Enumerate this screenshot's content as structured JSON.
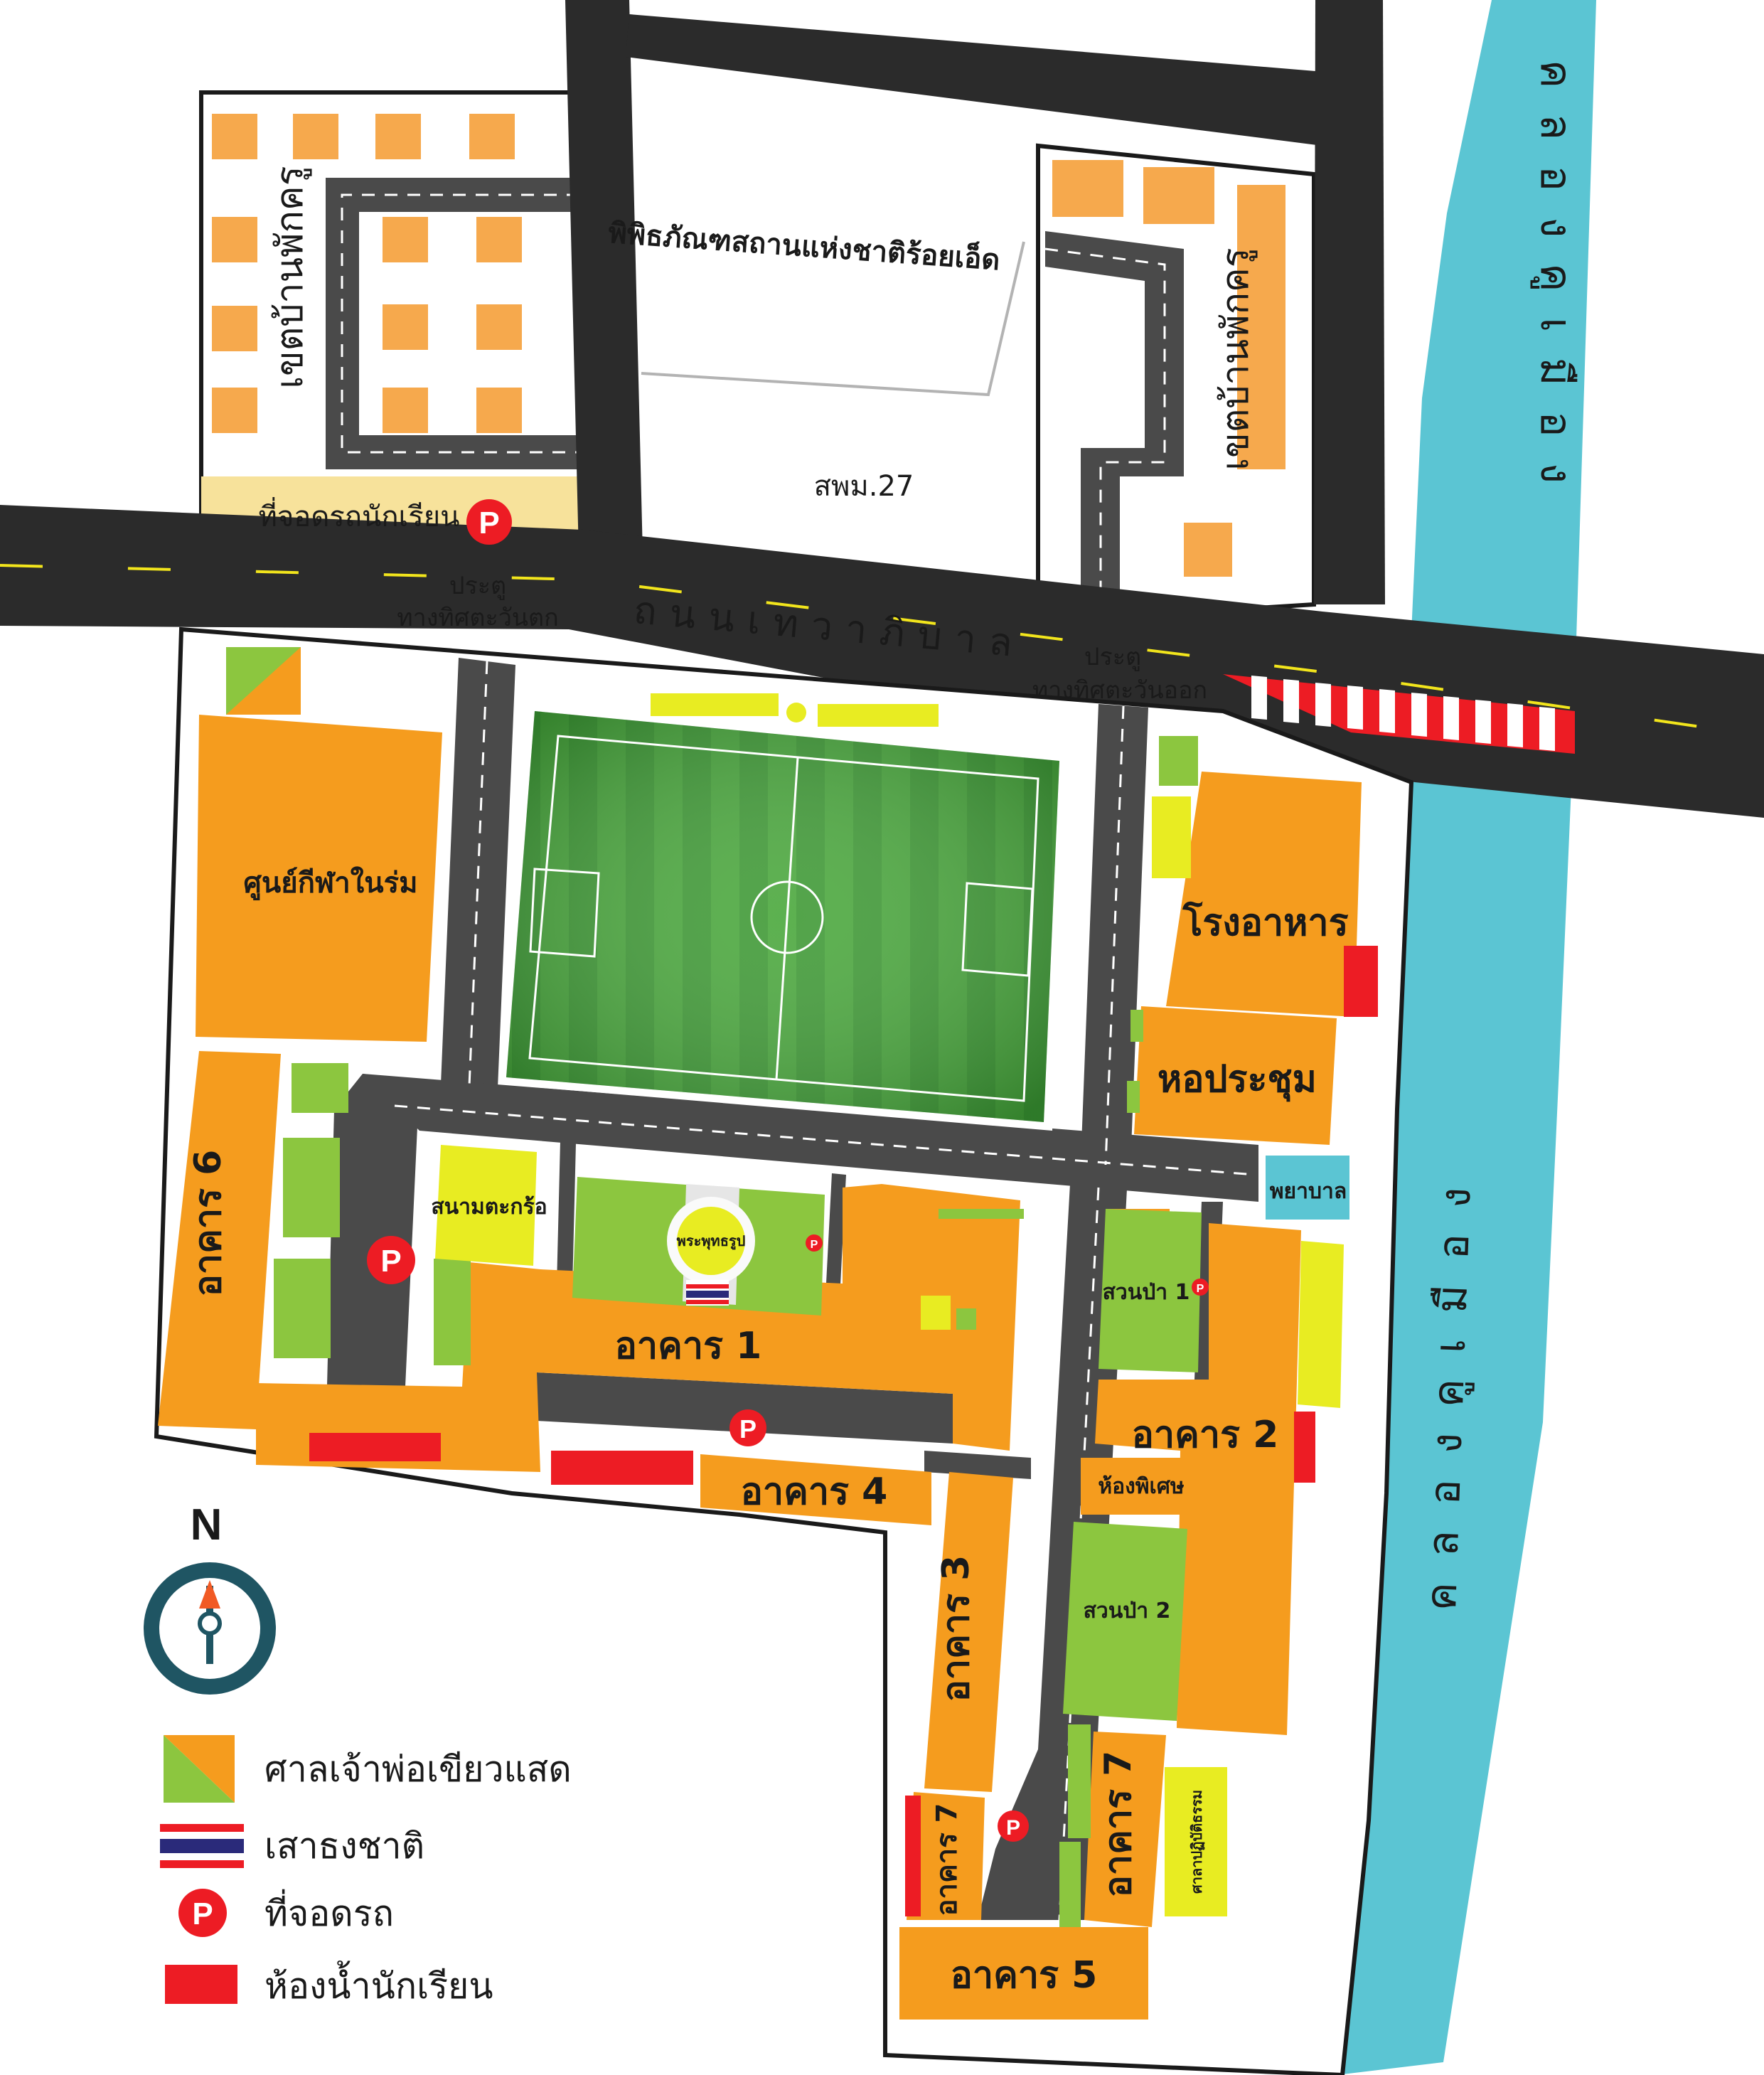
{
  "labels": {
    "museum": "พิพิธภัณฑสถานแห่งชาติร้อยเอ็ด",
    "spm27": "สพม.27",
    "teacher_zone_west": "เขตบ้านพักครู",
    "teacher_zone_east": "เขตบ้านพักครู",
    "student_parking": "ที่จอดรถนักเรียน",
    "road_name": "ถนนเทวาภิบาล",
    "gate_west_1": "ประตู",
    "gate_west_2": "ทางทิศตะวันตก",
    "gate_east_1": "ประตู",
    "gate_east_2": "ทางทิศตะวันออก",
    "canal_top": "คลองคูเมือง",
    "canal_bottom": "คลองคูเมือง",
    "indoor_sports": "ศูนย์กีฬาในร่ม",
    "building6": "อาคาร 6",
    "takraw": "สนามตะกร้อ",
    "buddha": "พระพุทธรูป",
    "building1": "อาคาร  1",
    "canteen": "โรงอาหาร",
    "meeting_hall": "หอประชุม",
    "nurse": "พยาบาล",
    "garden1": "สวนป่า 1",
    "building2": "อาคาร  2",
    "special_room": "ห้องพิเศษ",
    "garden2": "สวนป่า 2",
    "building4": "อาคาร  4",
    "building3": "อาคาร  3",
    "building7_left": "อาคาร 7",
    "building7_right": "อาคาร  7",
    "pavilion": "ศาลาปฏิบัติธรรม",
    "building5": "อาคาร  5",
    "parking_symbol": "P",
    "small_parking_symbol": "P"
  },
  "compass": {
    "letter": "N"
  },
  "legend": [
    {
      "icon": "shrine-icon",
      "label": "ศาลเจ้าพ่อเขียวแสด"
    },
    {
      "icon": "flag-icon",
      "label": "เสาธงชาติ"
    },
    {
      "icon": "parking-icon",
      "label": "ที่จอดรถ"
    },
    {
      "icon": "restroom-icon",
      "label": "ห้องน้ำนักเรียน"
    }
  ],
  "colors": {
    "building": "#f59c1e",
    "small_house": "#f6a94d",
    "lawn": "#8cc63f",
    "yellow_area": "#e8ec22",
    "restroom": "#ed1c24",
    "road": "#2b2b2b",
    "school_road": "#4a4a4a",
    "canal": "#5bc5d3",
    "parking_badge": "#ed1c24",
    "compass": "#1f5563",
    "nurse": "#5bc5d3",
    "student_parking_bg": "#f7e29b"
  }
}
